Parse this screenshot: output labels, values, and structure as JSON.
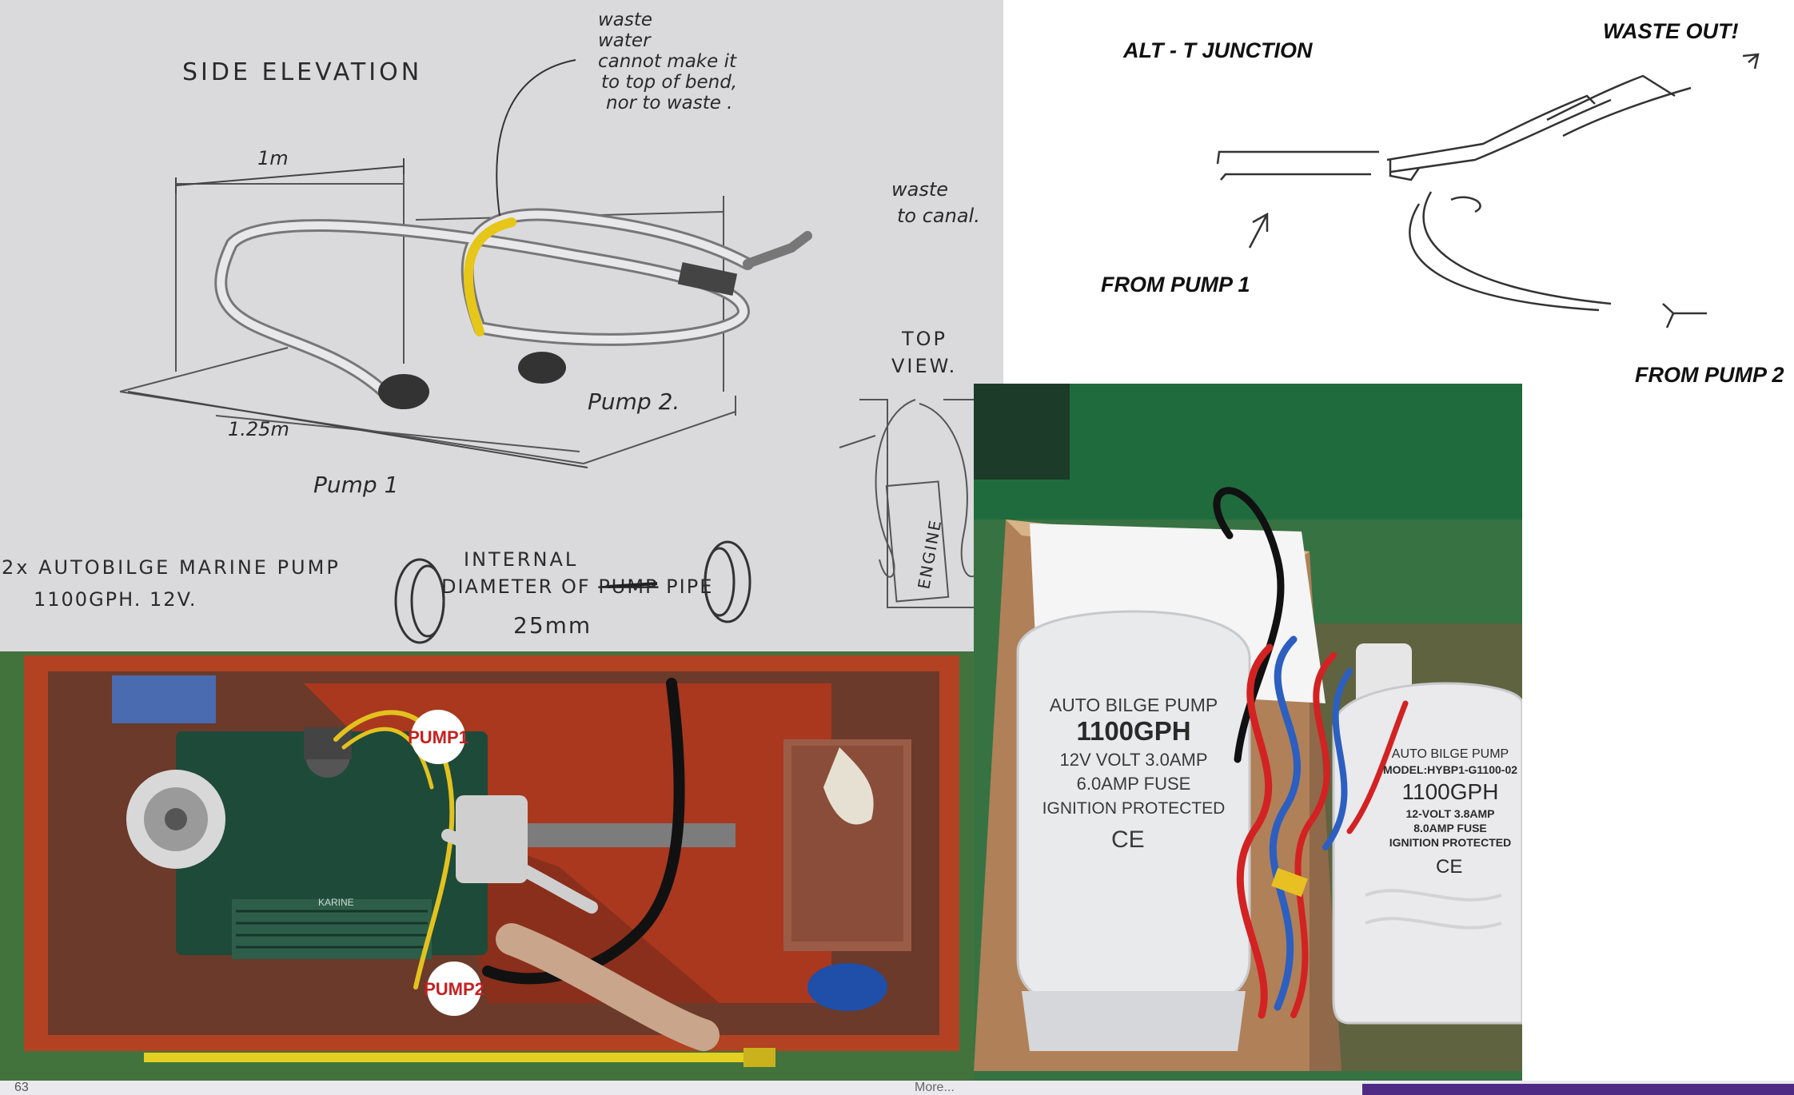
{
  "sketch": {
    "title": "SIDE ELEVATION",
    "note_lines": [
      "waste",
      "water",
      "cannot make it",
      "to top of bend,",
      "nor to waste ."
    ],
    "dim_top": "1m",
    "dim_bottom": "1.25m",
    "waste_label_lines": [
      "waste",
      "to canal."
    ],
    "pump1": "Pump 1",
    "pump2": "Pump 2.",
    "top_view_lines": [
      "TOP",
      "VIEW."
    ],
    "engine": "ENGINE",
    "spec_line1": "2x AUTOBILGE MARINE PUMP",
    "spec_line2": "1100GPH.   12V.",
    "pipe_line1": "INTERNAL",
    "pipe_line2a": "DIAMETER OF",
    "pipe_struck": "PUMP",
    "pipe_line2b": "PIPE",
    "pipe_line3": "25mm"
  },
  "junction": {
    "title": "ALT - T JUNCTION",
    "waste_out": "WASTE OUT!",
    "from_pump1": "FROM PUMP 1",
    "from_pump2": "FROM PUMP 2"
  },
  "engine_photo": {
    "label_pump1": "PUMP1",
    "label_pump2": "PUMP2",
    "engine_badge": "KARINE"
  },
  "pumps_photo": {
    "pump_a": {
      "brand": "AUTO BILGE PUMP",
      "rating": "1100GPH",
      "line1": "12V VOLT 3.0AMP",
      "line2": "6.0AMP FUSE",
      "line3": "IGNITION PROTECTED",
      "mark": "CE"
    },
    "pump_b": {
      "brand": "AUTO BILGE PUMP",
      "model": "MODEL:HYBP1-G1100-02",
      "rating": "1100GPH",
      "line1": "12-VOLT 3.8AMP",
      "line2": "8.0AMP FUSE",
      "line3": "IGNITION PROTECTED",
      "mark": "CE"
    }
  },
  "footer": {
    "page_number": "63",
    "more": "More..."
  }
}
